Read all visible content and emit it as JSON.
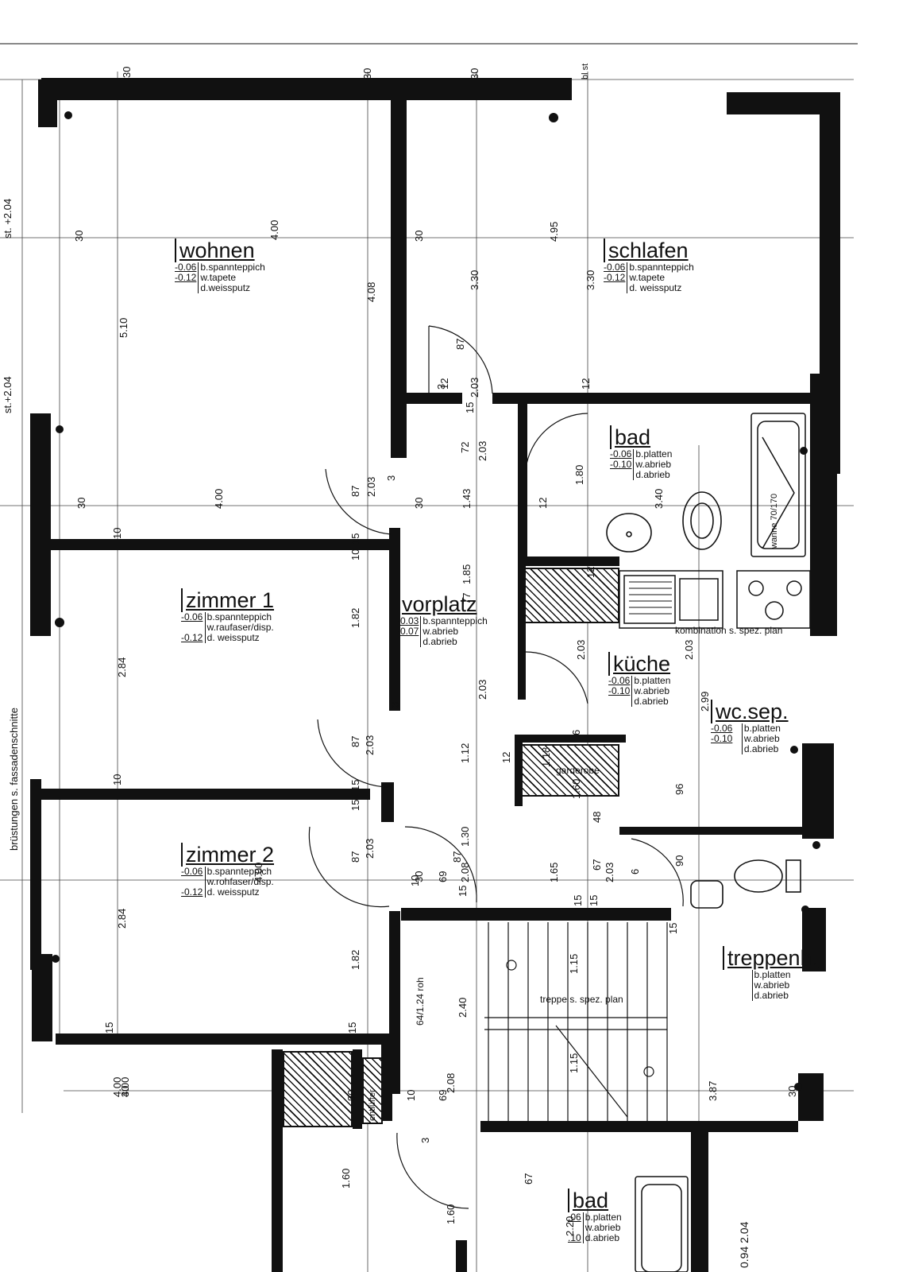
{
  "rooms": {
    "wohnen": {
      "name": "wohnen",
      "specs": [
        [
          "-0.06",
          "b.spannteppich"
        ],
        [
          "-0.12",
          "w.tapete"
        ],
        [
          "",
          "d.weissputz"
        ]
      ]
    },
    "schlafen": {
      "name": "schlafen",
      "specs": [
        [
          "-0.06",
          "b.spannteppich"
        ],
        [
          "-0.12",
          "w.tapete"
        ],
        [
          "",
          "d. weissputz"
        ]
      ]
    },
    "zimmer1": {
      "name": "zimmer 1",
      "specs": [
        [
          "-0.06",
          "b.spannteppich"
        ],
        [
          "",
          "w.raufaser/disp."
        ],
        [
          "-0.12",
          "d. weissputz"
        ]
      ]
    },
    "zimmer2": {
      "name": "zimmer 2",
      "specs": [
        [
          "-0.06",
          "b.spannteppich"
        ],
        [
          "",
          "w.rohfaser/disp."
        ],
        [
          "-0.12",
          "d. weissputz"
        ]
      ]
    },
    "vorplatz": {
      "name": "vorplatz",
      "specs": [
        [
          "-0.03",
          "b.spannteppich"
        ],
        [
          "-0.07",
          "w.abrieb"
        ],
        [
          "",
          "d.abrieb"
        ]
      ]
    },
    "bad": {
      "name": "bad",
      "specs": [
        [
          "-0.06",
          "b.platten"
        ],
        [
          "-0.10",
          "w.abrieb"
        ],
        [
          "",
          "d.abrieb"
        ]
      ]
    },
    "kueche": {
      "name": "küche",
      "specs": [
        [
          "-0.06",
          "b.platten"
        ],
        [
          "-0.10",
          "w.abrieb"
        ],
        [
          "",
          "d.abrieb"
        ]
      ]
    },
    "wcsep": {
      "name": "wc.sep.",
      "specs": [
        [
          "-0.06",
          "b.platten"
        ],
        [
          "-0.10",
          "w.abrieb"
        ],
        [
          "",
          "d.abrieb"
        ]
      ]
    },
    "treppenh": {
      "name": "treppenh.",
      "specs": [
        [
          "",
          "b.platten"
        ],
        [
          "",
          "w.abrieb"
        ],
        [
          "",
          "d.abrieb"
        ]
      ]
    },
    "bad2": {
      "name": "bad",
      "specs": [
        [
          ".06",
          "b.platten"
        ],
        [
          "",
          "w.abrieb"
        ],
        [
          ".10",
          "d.abrieb"
        ]
      ]
    }
  },
  "notes": {
    "fassade": "brüstungen s. fassadenschnitte",
    "st1": "st.  +2.04",
    "st2": "st.+2.04",
    "wanne": "wanne 70/170",
    "kombination": "kombination s. spez. plan",
    "treppe": "treppe s. spez. plan",
    "gefaelle": "64/1.24 roh",
    "garderobe": "garderobe",
    "entluefter": "entlüfter",
    "bst": "bl  st",
    "foot": "0.94  2.04"
  },
  "dimensions": [
    "30",
    "30",
    "30",
    "30",
    "30",
    "30",
    "30",
    "30",
    "30",
    "30",
    "4.00",
    "4.00",
    "4.00",
    "4.00",
    "4.95",
    "5.10",
    "4.08",
    "3.30",
    "3.30",
    "87",
    "87",
    "87",
    "87",
    "87",
    "2.03",
    "2.03",
    "2.03",
    "2.03",
    "2.03",
    "2.03",
    "2.03",
    "2.03",
    "2.03",
    "12",
    "12",
    "12",
    "12",
    "12",
    "15",
    "15",
    "15",
    "15",
    "15",
    "15",
    "15",
    "15",
    "15",
    "15",
    "10",
    "10",
    "10",
    "10",
    "10",
    "3",
    "3",
    "3",
    "3",
    "72",
    "1.43",
    "1.85",
    "1.82",
    "1.82",
    "2.84",
    "2.84",
    "77",
    "1.12",
    "1.30",
    "1.65",
    "2.08",
    "2.08",
    "69",
    "69",
    "48",
    "67",
    "90",
    "96",
    "6",
    "6",
    "2.99",
    "1.80",
    "3.40",
    "1.18",
    "1.60",
    "2.40",
    "1.15",
    "1.15",
    "3.87",
    "1.60",
    "1.60",
    "67",
    "2.20",
    "90",
    "4.00"
  ]
}
